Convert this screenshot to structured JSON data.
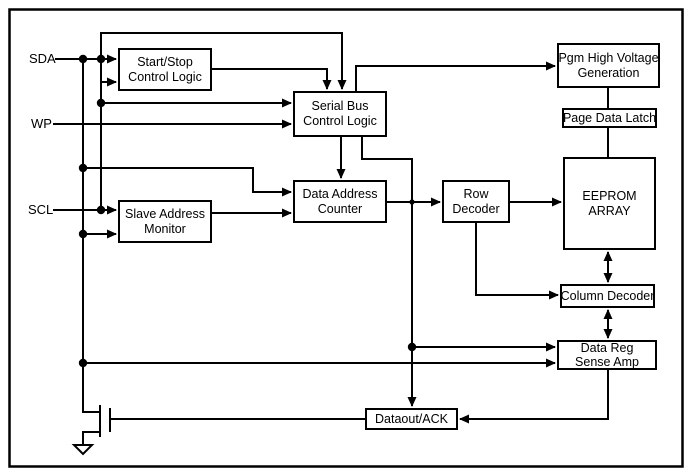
{
  "diagram": {
    "colors": {
      "line": "#000000",
      "background": "#ffffff",
      "box_fill": "#ffffff"
    },
    "pins": [
      {
        "label": "SDA"
      },
      {
        "label": "WP"
      },
      {
        "label": "SCL"
      }
    ],
    "blocks": [
      {
        "name": "start-stop-control-logic",
        "lines": [
          "Start/Stop",
          "Control Logic"
        ]
      },
      {
        "name": "serial-bus-control-logic",
        "lines": [
          "Serial Bus",
          "Control Logic"
        ]
      },
      {
        "name": "data-address-counter",
        "lines": [
          "Data Address",
          "Counter"
        ]
      },
      {
        "name": "slave-address-monitor",
        "lines": [
          "Slave Address",
          "Monitor"
        ]
      },
      {
        "name": "row-decoder",
        "lines": [
          "Row",
          "Decoder"
        ]
      },
      {
        "name": "pgm-high-voltage-generation",
        "lines": [
          "Pgm High Voltage",
          "Generation"
        ]
      },
      {
        "name": "page-data-latch",
        "lines": [
          "Page Data Latch"
        ]
      },
      {
        "name": "eeprom-array",
        "lines": [
          "EEPROM",
          "ARRAY"
        ]
      },
      {
        "name": "column-decoder",
        "lines": [
          "Column Decoder"
        ]
      },
      {
        "name": "data-reg-sense-amp",
        "lines": [
          "Data Reg",
          "Sense Amp"
        ]
      },
      {
        "name": "dataout-ack",
        "lines": [
          "Dataout/ACK"
        ]
      }
    ]
  }
}
